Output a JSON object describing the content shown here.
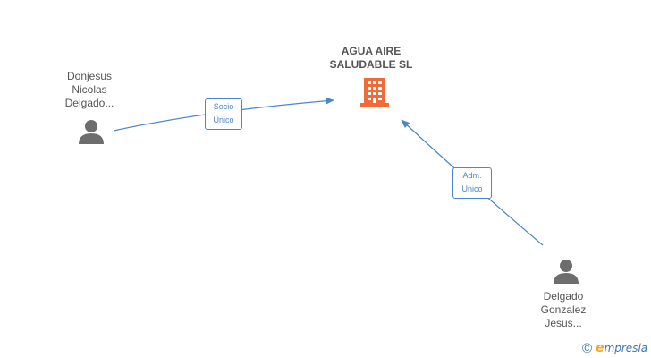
{
  "company": {
    "name_lines": [
      "AGUA AIRE",
      "SALUDABLE SL"
    ],
    "icon": "building-icon",
    "icon_color": "#ef6c3a"
  },
  "people": [
    {
      "id": "donjesus",
      "name_lines": [
        "Donjesus",
        "Nicolas",
        "Delgado..."
      ],
      "icon": "person-icon"
    },
    {
      "id": "delgado",
      "name_lines": [
        "Delgado",
        "Gonzalez",
        "Jesus..."
      ],
      "icon": "person-icon"
    }
  ],
  "relations": [
    {
      "from": "donjesus",
      "to": "company",
      "label_lines": [
        "Socio",
        "Único"
      ]
    },
    {
      "from": "delgado",
      "to": "company",
      "label_lines": [
        "Adm.",
        "Unico"
      ]
    }
  ],
  "footer": {
    "copyright_symbol": "©",
    "brand_initial": "e",
    "brand_rest": "mpresia"
  },
  "colors": {
    "edge": "#4a86c8",
    "person_icon": "#6d6d6d",
    "text": "#555555"
  }
}
